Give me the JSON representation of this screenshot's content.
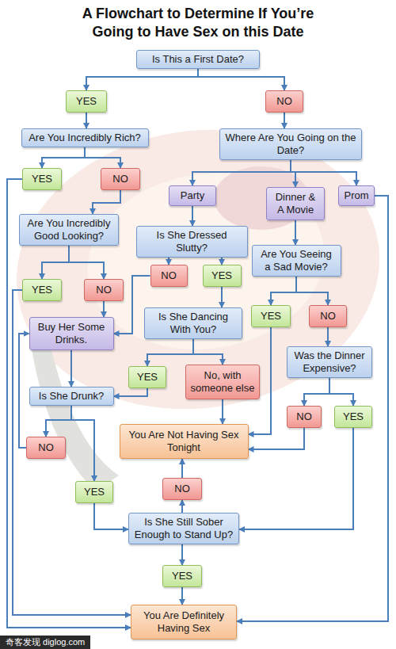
{
  "diagram": {
    "title": "A Flowchart to Determine If You’re Going to Have Sex on this Date",
    "nodes": [
      {
        "text": [
          "Is This a First Date?"
        ]
      },
      {
        "text": [
          "YES"
        ]
      },
      {
        "text": [
          "NO"
        ]
      },
      {
        "text": [
          "Are You Incredibly Rich?"
        ]
      },
      {
        "text": [
          "Where Are You Going on the Date?"
        ]
      },
      {
        "text": [
          "YES"
        ]
      },
      {
        "text": [
          "NO"
        ]
      },
      {
        "text": [
          "Party"
        ]
      },
      {
        "text": [
          "Dinner & A Movie"
        ]
      },
      {
        "text": [
          "Prom"
        ]
      },
      {
        "text": [
          "Are You Incredibly Good Looking?"
        ]
      },
      {
        "text": [
          "Is She Dressed Slutty?"
        ]
      },
      {
        "text": [
          "Are You Seeing a Sad Movie?"
        ]
      },
      {
        "text": [
          "NO"
        ]
      },
      {
        "text": [
          "YES"
        ]
      },
      {
        "text": [
          "YES"
        ]
      },
      {
        "text": [
          "NO"
        ]
      },
      {
        "text": [
          "YES"
        ]
      },
      {
        "text": [
          "NO"
        ]
      },
      {
        "text": [
          "Buy Her Some Drinks."
        ]
      },
      {
        "text": [
          "Is She Dancing With You?"
        ]
      },
      {
        "text": [
          "Was the Dinner Expensive?"
        ]
      },
      {
        "text": [
          "YES"
        ]
      },
      {
        "text": [
          "No, with someone else"
        ]
      },
      {
        "text": [
          "Is She Drunk?"
        ]
      },
      {
        "text": [
          "NO"
        ]
      },
      {
        "text": [
          "YES"
        ]
      },
      {
        "text": [
          "You Are Not Having Sex Tonight"
        ]
      },
      {
        "text": [
          "NO"
        ]
      },
      {
        "text": [
          "NO"
        ]
      },
      {
        "text": [
          "YES"
        ]
      },
      {
        "text": [
          "Is She Still Sober Enough to Stand Up?"
        ]
      },
      {
        "text": [
          "YES"
        ]
      },
      {
        "text": [
          "You Are Definitely Having Sex"
        ]
      }
    ],
    "edges": [
      {
        "from": 0,
        "to": 1,
        "arrow": "to"
      },
      {
        "from": 0,
        "to": 2,
        "arrow": "to"
      },
      {
        "from": 1,
        "to": 3,
        "arrow": "to"
      },
      {
        "from": 2,
        "to": 4,
        "arrow": "to"
      },
      {
        "from": 3,
        "to": 5,
        "arrow": "to"
      },
      {
        "from": 3,
        "to": 6,
        "arrow": "to"
      },
      {
        "from": 5,
        "to": 33,
        "arrow": "to"
      },
      {
        "from": 6,
        "to": 10,
        "arrow": "to"
      },
      {
        "from": 4,
        "to": 7,
        "arrow": "to"
      },
      {
        "from": 4,
        "to": 8,
        "arrow": "to"
      },
      {
        "from": 4,
        "to": 9,
        "arrow": "to"
      },
      {
        "from": 9,
        "to": 33,
        "arrow": "to"
      },
      {
        "from": 7,
        "to": 11,
        "arrow": "to"
      },
      {
        "from": 10,
        "to": 15,
        "arrow": "to"
      },
      {
        "from": 10,
        "to": 16,
        "arrow": "to"
      },
      {
        "from": 15,
        "to": 33,
        "arrow": "to"
      },
      {
        "from": 16,
        "to": 19,
        "arrow": "to"
      },
      {
        "from": 11,
        "to": 13,
        "arrow": "to"
      },
      {
        "from": 11,
        "to": 14,
        "arrow": "to"
      },
      {
        "from": 13,
        "to": 19,
        "arrow": "to"
      },
      {
        "from": 14,
        "to": 20,
        "arrow": "to"
      },
      {
        "from": 8,
        "to": 12,
        "arrow": "to"
      },
      {
        "from": 12,
        "to": 17,
        "arrow": "to"
      },
      {
        "from": 12,
        "to": 18,
        "arrow": "to"
      },
      {
        "from": 18,
        "to": 21,
        "arrow": "to"
      },
      {
        "from": 17,
        "to": 27,
        "arrow": "to"
      },
      {
        "from": 20,
        "to": 22,
        "arrow": "to"
      },
      {
        "from": 20,
        "to": 23,
        "arrow": "to"
      },
      {
        "from": 22,
        "to": 24,
        "arrow": "to"
      },
      {
        "from": 23,
        "to": 27,
        "arrow": "to"
      },
      {
        "from": 21,
        "to": 25,
        "arrow": "to"
      },
      {
        "from": 21,
        "to": 26,
        "arrow": "to"
      },
      {
        "from": 25,
        "to": 27,
        "arrow": "to"
      },
      {
        "from": 26,
        "to": 31,
        "arrow": "to"
      },
      {
        "from": 19,
        "to": 24,
        "arrow": "to"
      },
      {
        "from": 24,
        "to": 28,
        "arrow": "to"
      },
      {
        "from": 24,
        "to": 30,
        "arrow": "to"
      },
      {
        "from": 28,
        "to": 19,
        "arrow": "to"
      },
      {
        "from": 30,
        "to": 31,
        "arrow": "to"
      },
      {
        "from": 31,
        "to": 29,
        "arrow": "to"
      },
      {
        "from": 29,
        "to": 27,
        "arrow": "to"
      },
      {
        "from": 31,
        "to": 32,
        "arrow": "to"
      },
      {
        "from": 32,
        "to": 33,
        "arrow": "to"
      }
    ],
    "labels": [
      "奇客发现 diglog.com"
    ]
  }
}
